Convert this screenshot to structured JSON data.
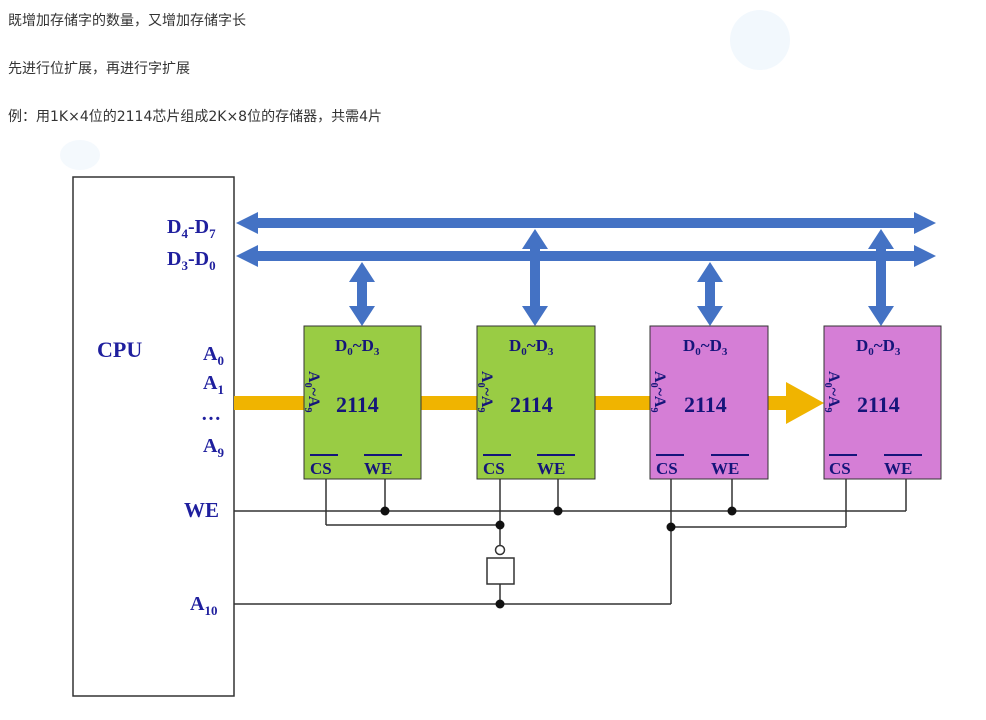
{
  "text": {
    "line1": "既增加存储字的数量，又增加存储字长",
    "line2": "先进行位扩展，再进行字扩展",
    "line3": "例：用1K×4位的2114芯片组成2K×8位的存储器，共需4片"
  },
  "cpu": {
    "name": "CPU",
    "bus_high_base": "D",
    "bus_high_s1": "4",
    "bus_high_dash": "-D",
    "bus_high_s2": "7",
    "bus_low_base": "D",
    "bus_low_s1": "3",
    "bus_low_dash": "-D",
    "bus_low_s2": "0",
    "a0_base": "A",
    "a0_sub": "0",
    "a1_base": "A",
    "a1_sub": "1",
    "dots": "…",
    "a9_base": "A",
    "a9_sub": "9",
    "we": "WE",
    "a10_base": "A",
    "a10_sub": "10"
  },
  "chips": [
    {
      "d_base1": "D",
      "d_sub1": "0",
      "d_mid": "~D",
      "d_sub2": "3",
      "addr_base1": "A",
      "addr_sub1": "0",
      "addr_mid": "~A",
      "addr_sub2": "9",
      "name": "2114",
      "cs": "CS",
      "we": "WE"
    },
    {
      "d_base1": "D",
      "d_sub1": "0",
      "d_mid": "~D",
      "d_sub2": "3",
      "addr_base1": "A",
      "addr_sub1": "0",
      "addr_mid": "~A",
      "addr_sub2": "9",
      "name": "2114",
      "cs": "CS",
      "we": "WE"
    },
    {
      "d_base1": "D",
      "d_sub1": "0",
      "d_mid": "~D",
      "d_sub2": "3",
      "addr_base1": "A",
      "addr_sub1": "0",
      "addr_mid": "~A",
      "addr_sub2": "9",
      "name": "2114",
      "cs": "CS",
      "we": "WE"
    },
    {
      "d_base1": "D",
      "d_sub1": "0",
      "d_mid": "~D",
      "d_sub2": "3",
      "addr_base1": "A",
      "addr_sub1": "0",
      "addr_mid": "~A",
      "addr_sub2": "9",
      "name": "2114",
      "cs": "CS",
      "we": "WE"
    }
  ],
  "colors": {
    "bus_blue": "#4472c4",
    "addr_orange": "#f0b400",
    "chip_green": "#99cc44",
    "chip_purple": "#d57ed6",
    "label_navy": "#1f1f9e"
  }
}
